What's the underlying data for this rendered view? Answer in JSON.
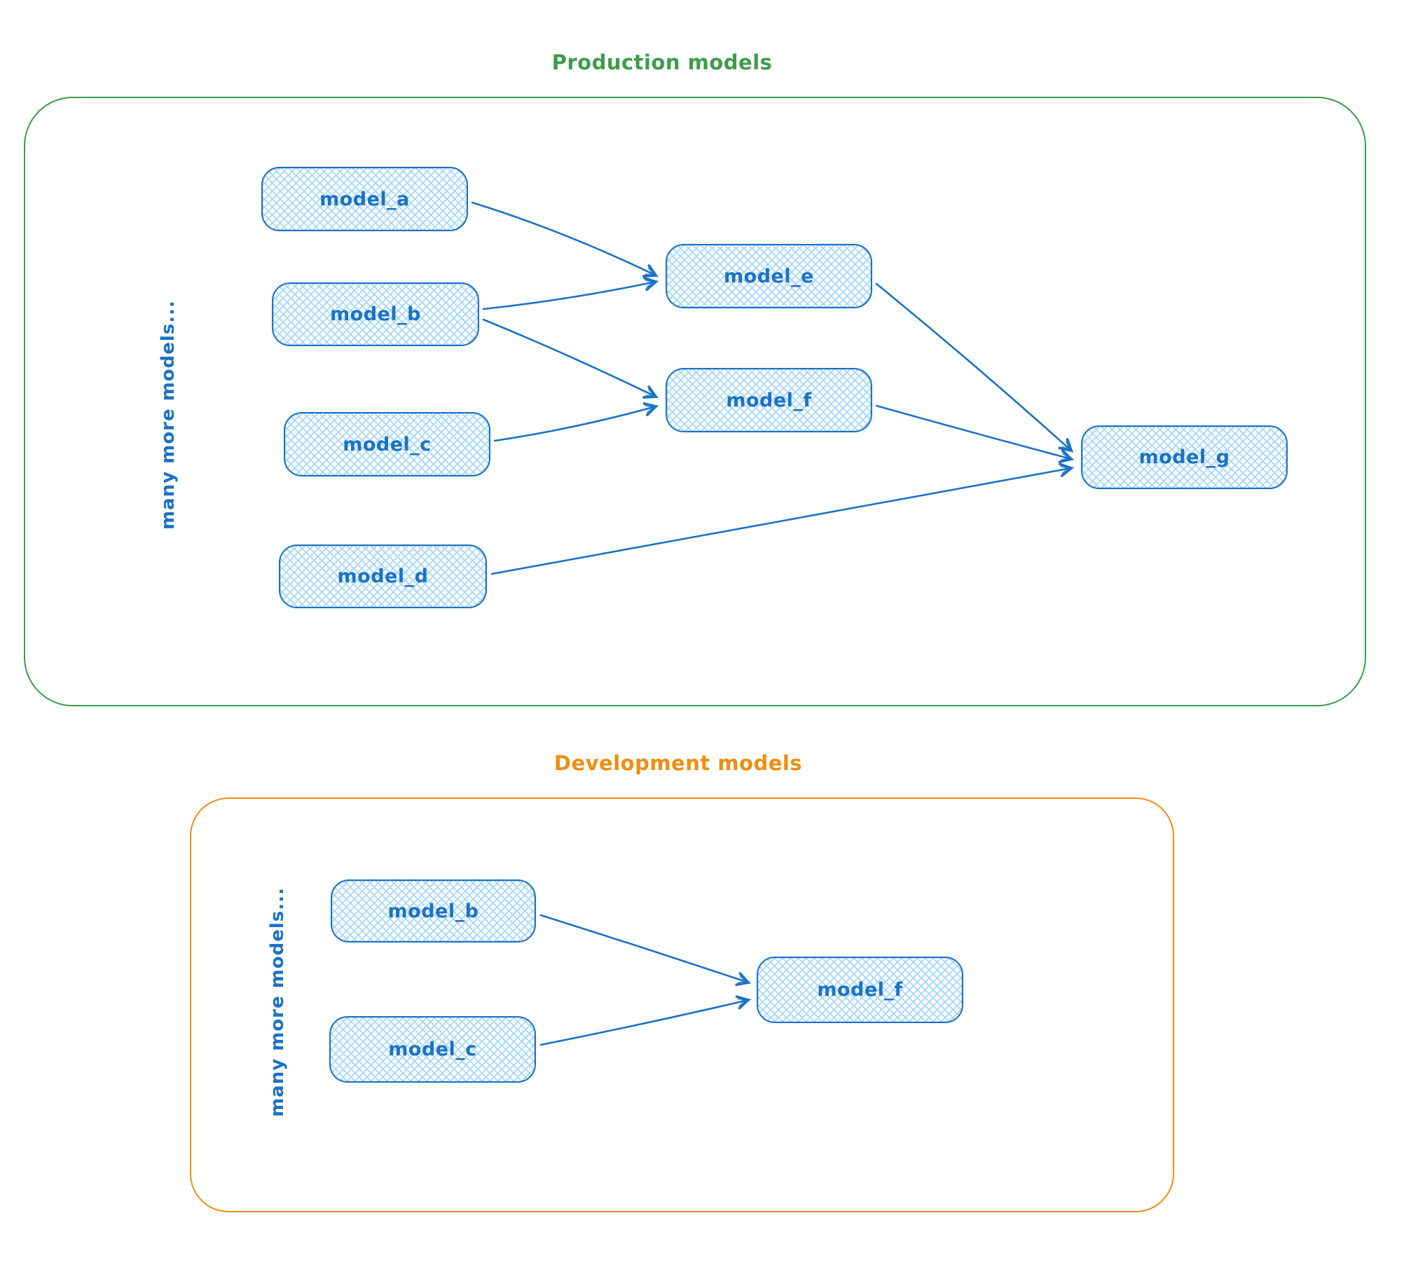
{
  "diagram": {
    "type": "flowchart",
    "style": "hand-drawn",
    "colors": {
      "node_border": "#1b72c6",
      "node_fill": "#a5d8ff",
      "node_text": "#1b72c6",
      "production_accent": "#3d9c4b",
      "development_accent": "#ee8e10"
    },
    "sections": [
      {
        "id": "production",
        "title": "Production models",
        "side_label": "many more models...",
        "nodes": [
          {
            "id": "model_a",
            "label": "model_a"
          },
          {
            "id": "model_b",
            "label": "model_b"
          },
          {
            "id": "model_c",
            "label": "model_c"
          },
          {
            "id": "model_d",
            "label": "model_d"
          },
          {
            "id": "model_e",
            "label": "model_e"
          },
          {
            "id": "model_f",
            "label": "model_f"
          },
          {
            "id": "model_g",
            "label": "model_g"
          }
        ],
        "edges": [
          {
            "from": "model_a",
            "to": "model_e"
          },
          {
            "from": "model_b",
            "to": "model_e"
          },
          {
            "from": "model_b",
            "to": "model_f"
          },
          {
            "from": "model_c",
            "to": "model_f"
          },
          {
            "from": "model_e",
            "to": "model_g"
          },
          {
            "from": "model_f",
            "to": "model_g"
          },
          {
            "from": "model_d",
            "to": "model_g"
          }
        ]
      },
      {
        "id": "development",
        "title": "Development models",
        "side_label": "many more models...",
        "nodes": [
          {
            "id": "model_b",
            "label": "model_b"
          },
          {
            "id": "model_c",
            "label": "model_c"
          },
          {
            "id": "model_f",
            "label": "model_f"
          }
        ],
        "edges": [
          {
            "from": "model_b",
            "to": "model_f"
          },
          {
            "from": "model_c",
            "to": "model_f"
          }
        ]
      }
    ]
  }
}
